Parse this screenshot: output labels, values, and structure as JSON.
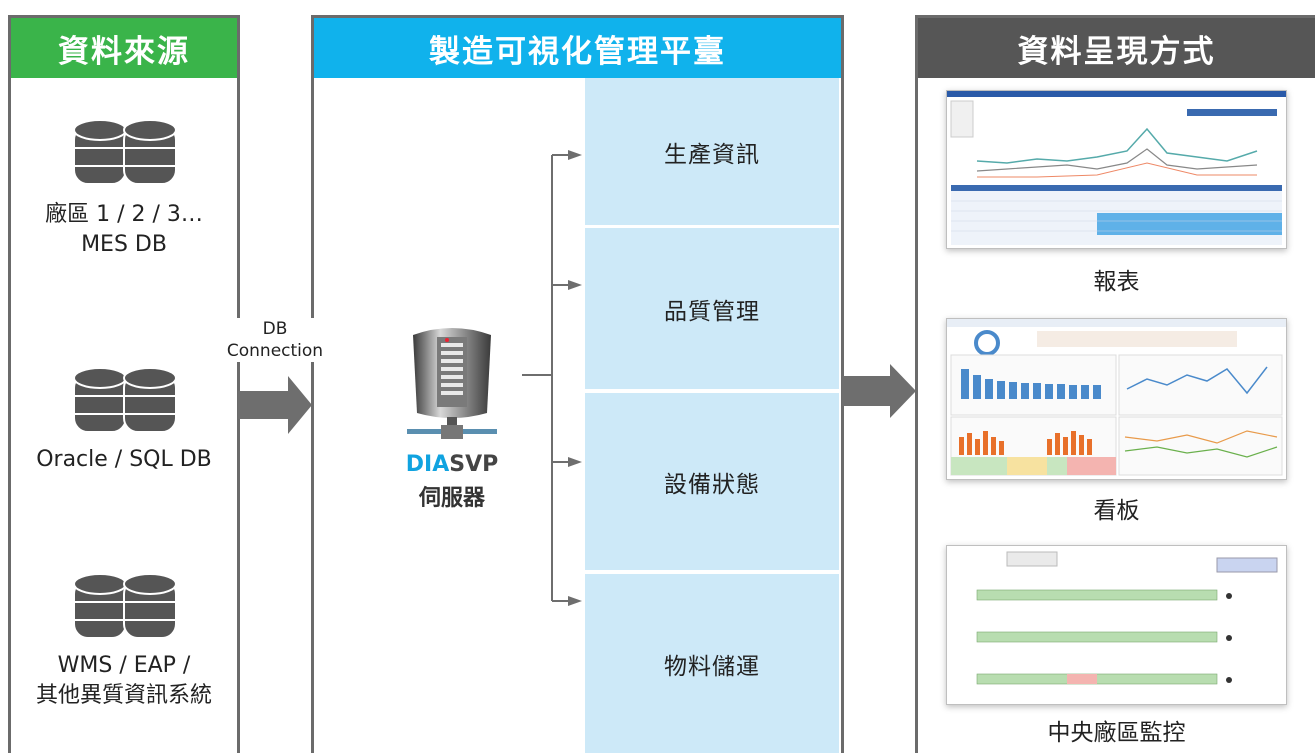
{
  "sections": {
    "source": {
      "title": "資料來源",
      "color": "#3ab44a"
    },
    "platform": {
      "title": "製造可視化管理平臺",
      "color": "#10b2ec"
    },
    "output": {
      "title": "資料呈現方式",
      "color": "#565656"
    }
  },
  "sources": [
    {
      "line1": "廠區 1 / 2 / 3…",
      "line2": "MES DB",
      "icon": "database-icon"
    },
    {
      "line1": "Oracle / SQL DB",
      "line2": "",
      "icon": "database-icon"
    },
    {
      "line1": "WMS / EAP /",
      "line2": "其他異質資訊系統",
      "icon": "database-icon"
    }
  ],
  "connection": {
    "line1": "DB",
    "line2": "Connection"
  },
  "server": {
    "brand_a": "DIA",
    "brand_b": "SVP",
    "label": "伺服器",
    "icon": "server-icon"
  },
  "modules": [
    "生產資訊",
    "品質管理",
    "設備狀態",
    "物料儲運"
  ],
  "outputs": [
    "報表",
    "看板",
    "中央廠區監控"
  ]
}
